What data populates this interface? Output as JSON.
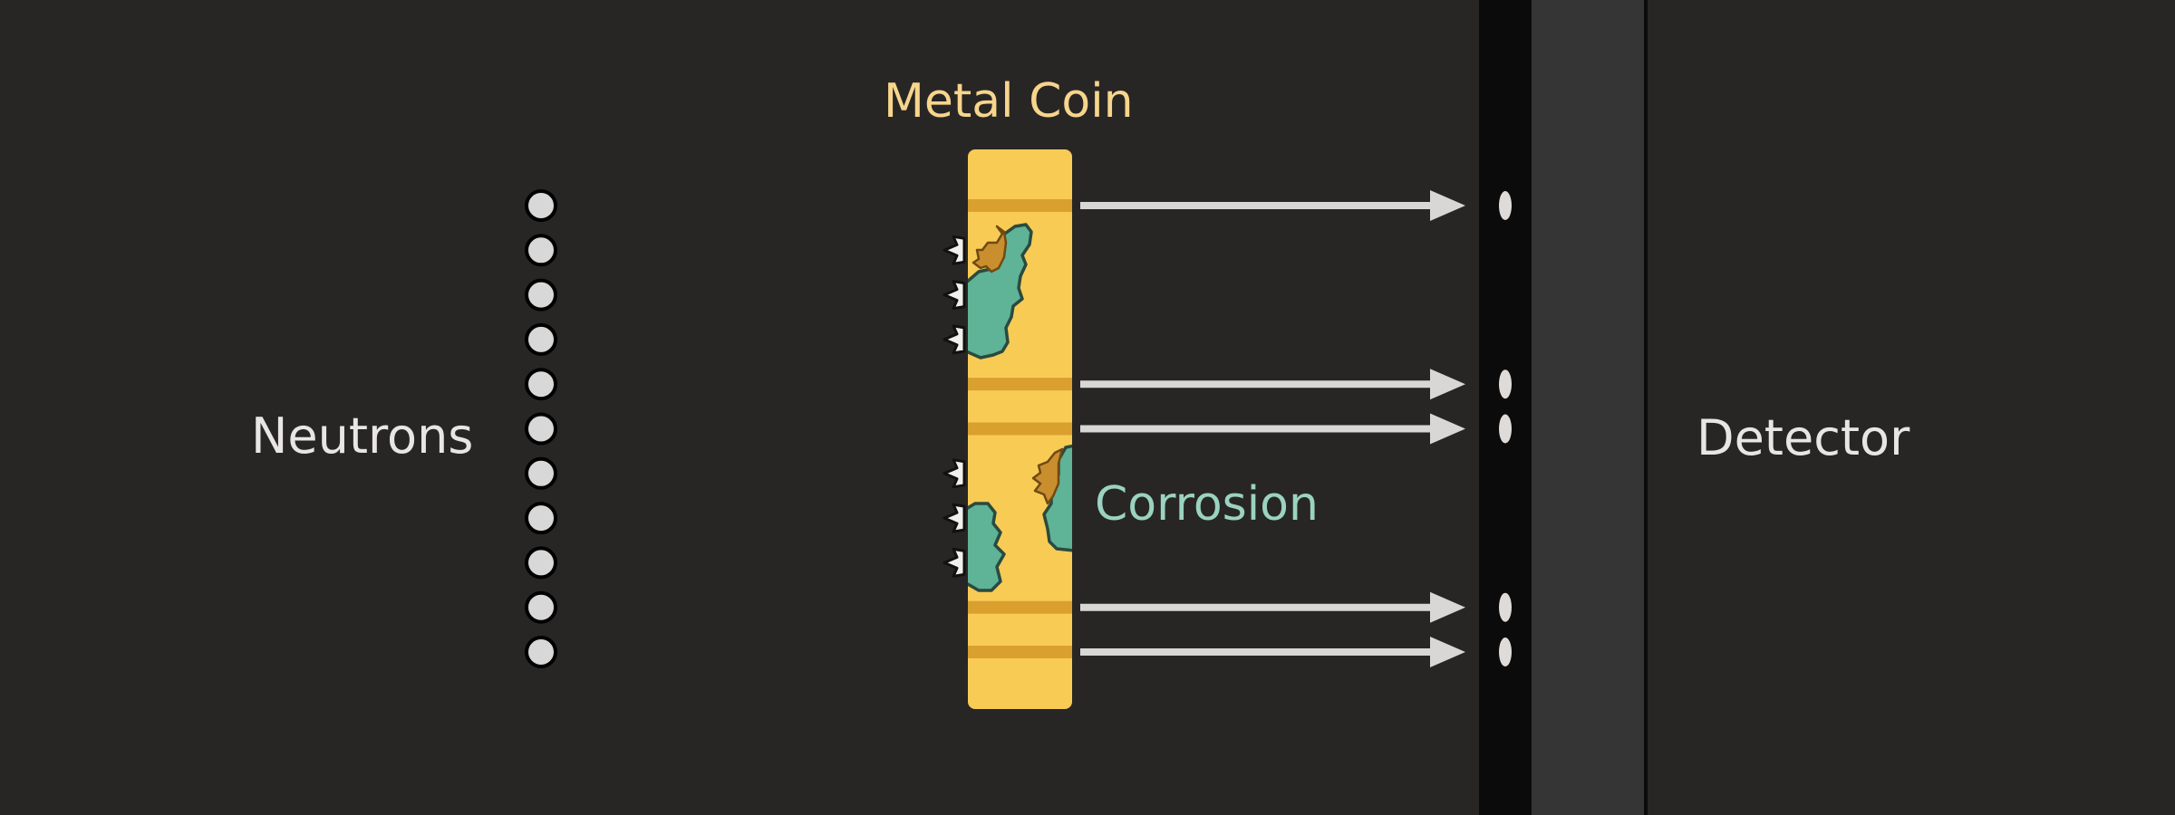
{
  "labels": {
    "neutrons": "Neutrons",
    "metal_coin": "Metal  Coin",
    "corrosion": "Corrosion",
    "detector": "Detector"
  },
  "beams": [
    {
      "passes": true
    },
    {
      "passes": false
    },
    {
      "passes": false
    },
    {
      "passes": false
    },
    {
      "passes": true
    },
    {
      "passes": true
    },
    {
      "passes": false
    },
    {
      "passes": false
    },
    {
      "passes": false
    },
    {
      "passes": true
    },
    {
      "passes": true
    }
  ],
  "colors": {
    "background": "#282625",
    "coin": "#f8cb55",
    "coin_band": "#d9a030",
    "corrosion_fill": "#5fb397",
    "corrosion_edge": "#2a4a3e",
    "corrosion_spot": "#c98e2e",
    "label_text": "#e8e6e3",
    "coin_title": "#f7d58c",
    "corrosion_label": "#9ad3c1",
    "beam": "#d9d7d4",
    "neutron": "#d8d8d8",
    "detector_strip": "#0c0b0b",
    "detector_body": "#363535",
    "hit": "#dedbd8"
  }
}
